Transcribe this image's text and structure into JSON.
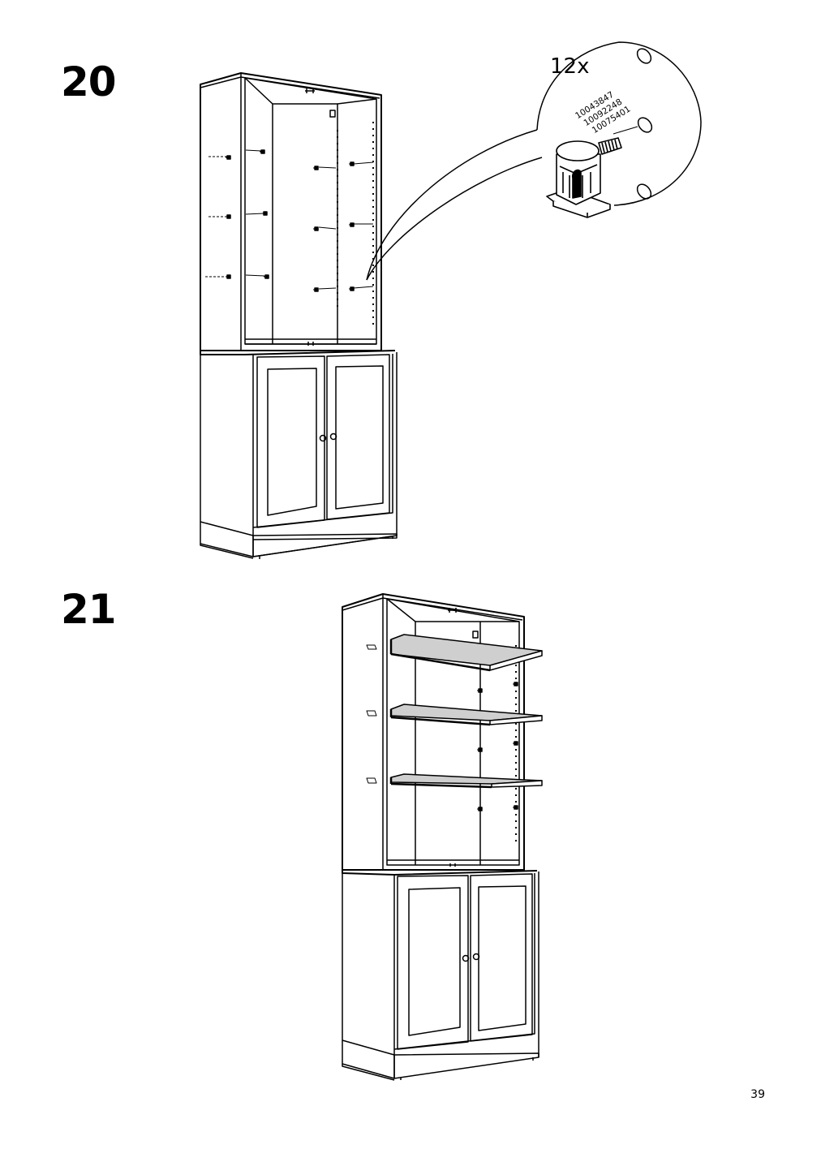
{
  "steps": [
    {
      "number": "20",
      "callout": {
        "quantity": "12x",
        "part_numbers": [
          "10043847",
          "10092248",
          "10075401"
        ]
      }
    },
    {
      "number": "21"
    }
  ],
  "page_number": "39"
}
